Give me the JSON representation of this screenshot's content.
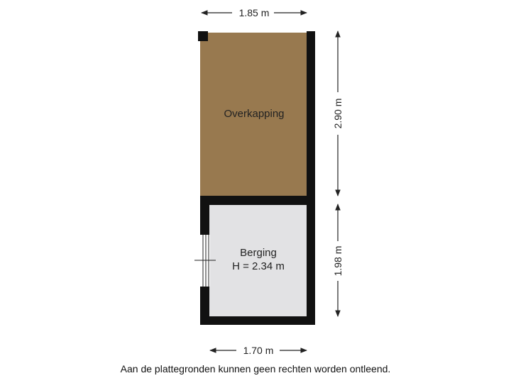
{
  "plan": {
    "rooms": [
      {
        "id": "overkapping",
        "name": "Overkapping",
        "floor_color": "#98794f"
      },
      {
        "id": "berging",
        "name": "Berging",
        "height_label": "H = 2.34 m",
        "floor_color": "#e2e2e4"
      }
    ],
    "dimensions": {
      "top_width": "1.85 m",
      "bottom_width": "1.70 m",
      "right_upper_height": "2.90 m",
      "right_lower_height": "1.98 m"
    },
    "wall_color": "#111111"
  },
  "disclaimer": "Aan de plattegronden kunnen geen rechten worden ontleend."
}
